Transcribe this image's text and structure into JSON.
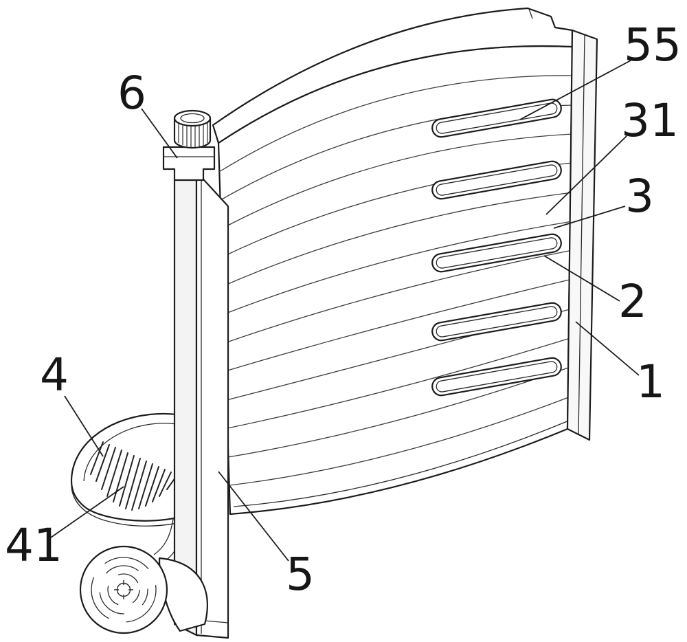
{
  "figure": {
    "background_color": "#ffffff",
    "line_color": "#1c1c1c",
    "reference_labels": [
      {
        "text": "6"
      },
      {
        "text": "55"
      },
      {
        "text": "31"
      },
      {
        "text": "3"
      },
      {
        "text": "2"
      },
      {
        "text": "1"
      },
      {
        "text": "4"
      },
      {
        "text": "41"
      },
      {
        "text": "5"
      }
    ]
  }
}
